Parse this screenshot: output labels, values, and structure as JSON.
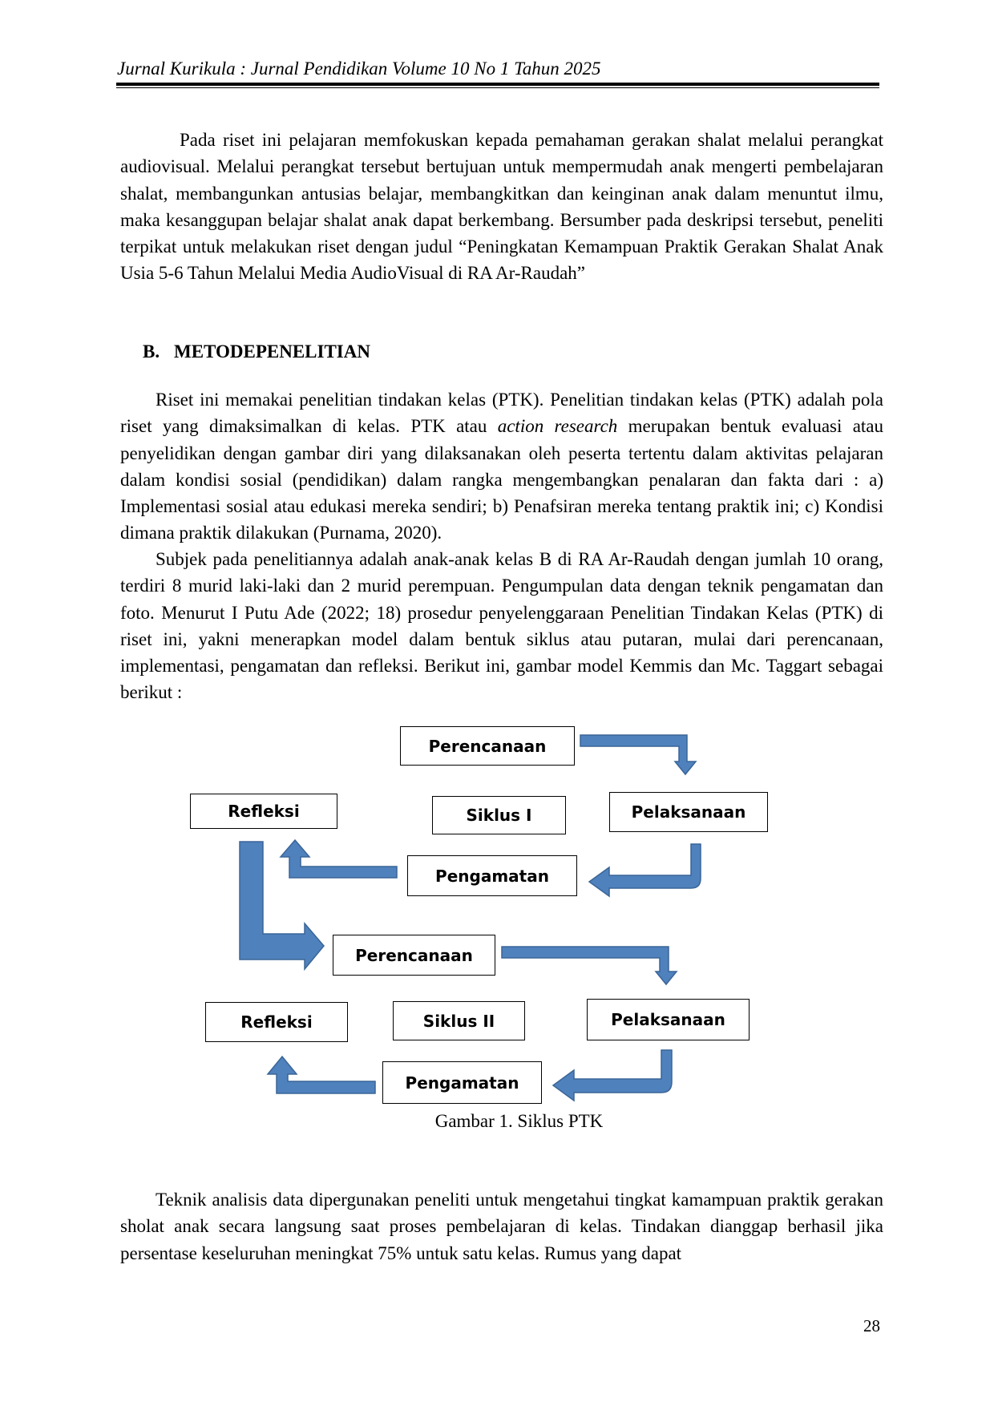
{
  "header": {
    "journal": "Jurnal Kurikula : Jurnal Pendidikan Volume 10 No 1 Tahun 2025"
  },
  "intro_paragraph": "Pada riset ini pelajaran memfokuskan kepada pemahaman gerakan shalat melalui perangkat audiovisual. Melalui perangkat tersebut bertujuan untuk mempermudah anak mengerti pembelajaran shalat, membangunkan antusias belajar, membangkitkan dan keinginan anak dalam menuntut ilmu, maka kesanggupan belajar shalat anak dapat berkembang. Bersumber pada deskripsi tersebut, peneliti terpikat untuk melakukan riset dengan judul “Peningkatan Kemampuan Praktik Gerakan Shalat Anak Usia 5-6 Tahun Melalui Media AudioVisual di RA Ar-Raudah”",
  "section": {
    "number": "B.",
    "title": "METODEPENELITIAN"
  },
  "method_paragraph": {
    "before_italic": "Riset ini memakai penelitian tindakan kelas (PTK). Penelitian tindakan kelas (PTK) adalah pola riset yang dimaksimalkan di kelas. PTK atau ",
    "italic": "action research",
    "after_italic": " merupakan bentuk evaluasi atau penyelidikan dengan gambar diri yang dilaksanakan oleh peserta tertentu dalam aktivitas pelajaran dalam kondisi sosial (pendidikan) dalam rangka mengembangkan penalaran dan fakta dari : a) Implementasi sosial atau edukasi mereka sendiri; b) Penafsiran mereka tentang praktik ini; c) Kondisi dimana praktik dilakukan (Purnama, 2020)."
  },
  "subject_paragraph": "Subjek pada penelitiannya adalah anak-anak kelas B di RA Ar-Raudah dengan jumlah 10 orang, terdiri 8 murid laki-laki dan 2 murid perempuan. Pengumpulan data dengan teknik pengamatan dan foto. Menurut I Putu Ade (2022; 18) prosedur penyelenggaraan Penelitian Tindakan Kelas (PTK) di riset ini, yakni menerapkan model dalam bentuk siklus atau putaran, mulai dari perencanaan, implementasi, pengamatan dan refleksi. Berikut ini, gambar model Kemmis dan Mc. Taggart sebagai berikut :",
  "figure": {
    "cycle1": {
      "planning": "Perencanaan",
      "cycle": "Siklus I",
      "action": "Pelaksanaan",
      "observation": "Pengamatan",
      "reflection": "Refleksi"
    },
    "cycle2": {
      "planning": "Perencanaan",
      "cycle": "Siklus II",
      "action": "Pelaksanaan",
      "observation": "Pengamatan",
      "reflection": "Refleksi"
    },
    "arrow_color": "#4F81BD",
    "arrow_edge_color": "#3A6597"
  },
  "caption": "Gambar 1. Siklus PTK",
  "analysis_paragraph": "Teknik analisis data dipergunakan peneliti untuk mengetahui tingkat kamampuan praktik gerakan sholat anak secara langsung saat proses pembelajaran di kelas. Tindakan dianggap berhasil jika persentase keseluruhan meningkat 75% untuk satu kelas. Rumus yang dapat",
  "page_number": "28"
}
